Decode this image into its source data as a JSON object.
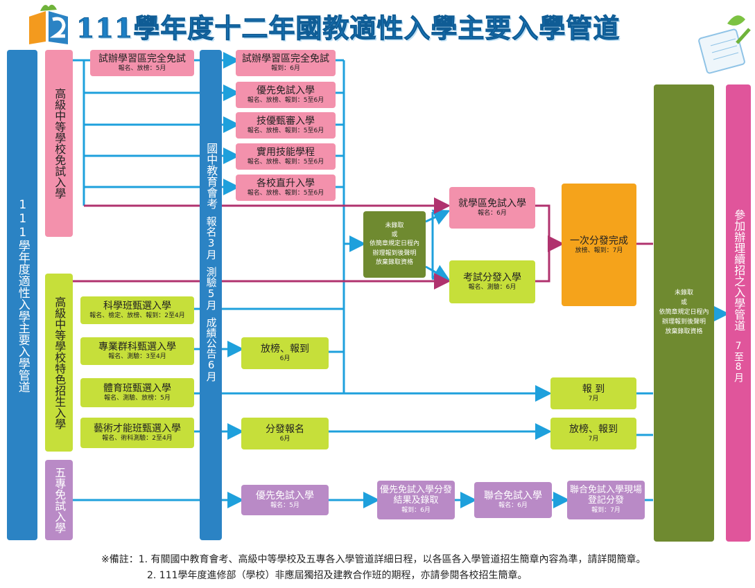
{
  "title": "111學年度十二年國教適性入學主要入學管道",
  "logo": {
    "icon": "book-logo-icon",
    "colors": [
      "#f39a1e",
      "#2b83c4",
      "#6fb33a"
    ]
  },
  "left_pillar": "111學年度適性入學主要入學管道",
  "category_free": "高級中等學校免試入學",
  "category_special": "高級中等學校特色招生入學",
  "category_five": "五專免試入學",
  "exam_pillar": {
    "main": "國中教育會考",
    "reg": "報名3月",
    "test": "測驗5月",
    "score": "成績公告6月"
  },
  "free_left": {
    "title": "試辦學習區完全免試",
    "sub": "報名、放榜：5月"
  },
  "free_channels": [
    {
      "title": "試辦學習區完全免試",
      "sub": "報到：6月"
    },
    {
      "title": "優先免試入學",
      "sub": "報名、放榜、報到：5至6月"
    },
    {
      "title": "技優甄審入學",
      "sub": "報名、放榜、報到：5至6月"
    },
    {
      "title": "實用技能學程",
      "sub": "報名、放榜、報到：5至6月"
    },
    {
      "title": "各校直升入學",
      "sub": "報名、放榜、報到：5至6月"
    }
  ],
  "not_admitted_1": [
    "未錄取",
    "或",
    "依簡章規定日程內",
    "辦理報到後聲明",
    "放棄錄取資格"
  ],
  "district": {
    "title": "就學區免試入學",
    "sub": "報名：6月"
  },
  "exam_dist": {
    "title": "考試分發入學",
    "sub": "報名、測驗：6月"
  },
  "one_time": {
    "title": "一次分發完成",
    "sub": "放榜、報到：7月"
  },
  "special_left": [
    {
      "title": "科學班甄選入學",
      "sub": "報名、檢定、放榜、報到：2至4月"
    },
    {
      "title": "專業群科甄選入學",
      "sub": "報名、測驗：3至4月"
    },
    {
      "title": "體育班甄選入學",
      "sub": "報名、測驗、放榜：5月"
    },
    {
      "title": "藝術才能班甄選入學",
      "sub": "報名、術科測驗：2至4月"
    }
  ],
  "announce_report": {
    "title": "放榜、報到",
    "sub": "6月"
  },
  "assign_reg": {
    "title": "分發報名",
    "sub": "6月"
  },
  "report_right": {
    "title": "報 到",
    "sub": "7月"
  },
  "announce_right": {
    "title": "放榜、報到",
    "sub": "7月"
  },
  "five_chain": [
    {
      "title": "優先免試入學",
      "sub": "報名：5月"
    },
    {
      "title": "優先免試入學分發結果及錄取",
      "sub": "報到：6月"
    },
    {
      "title": "聯合免試入學",
      "sub": "報名：6月"
    },
    {
      "title": "聯合免試入學現場登記分發",
      "sub": "報到：7月"
    }
  ],
  "not_admitted_2": [
    "未錄取",
    "或",
    "依簡章規定日程內",
    "辦理報到後聲明",
    "放棄錄取資格"
  ],
  "continue_pillar": {
    "main": "參加辦理續招之入學管道",
    "time": "7至8月"
  },
  "notes": {
    "n1": "※備註：1. 有關國中教育會考、高級中等學校及五專各入學管道詳細日程，以各區各入學管道招生簡章內容為準，請詳閱簡章。",
    "n2": "2. 111學年度進修部（學校）非應屆獨招及建教合作班的期程，亦請參閱各校招生簡章。"
  },
  "colors": {
    "blue": "#2b83c4",
    "line_blue": "#1ea0dc",
    "line_magenta": "#b0326e",
    "pink": "#f391ac",
    "green": "#c6df3a",
    "purple": "#b98ac6",
    "olive": "#6f8a30",
    "orange": "#f5a31b",
    "magenta": "#e0559b"
  }
}
